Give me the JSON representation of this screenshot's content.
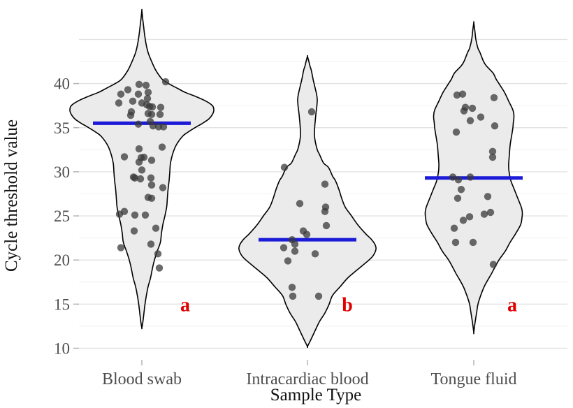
{
  "chart_data": {
    "type": "violin",
    "title": "",
    "xlabel": "Sample Type",
    "ylabel": "Cycle threshold value",
    "ylim": [
      10,
      45
    ],
    "yticks": [
      10,
      15,
      20,
      25,
      30,
      35,
      40
    ],
    "grid": "horizontal major every 5, minor every 2.5, light gray, no panel border",
    "legend": "none",
    "categories": [
      "Blood swab",
      "Intracardiac blood",
      "Tongue fluid"
    ],
    "colors": {
      "violin_fill": "#ebebeb",
      "violin_stroke": "#000000",
      "mean_line": "#1b1bd8",
      "point": "#3a3a3a",
      "point_opacity": 0.75,
      "letter": "#e00000",
      "tick_label": "#4d4d4d",
      "axis_title": "#111111",
      "grid_major": "#e3e3e3",
      "grid_minor": "#f0f0f0",
      "tick_mark": "#b4b4b4"
    },
    "groups": [
      {
        "label": "Blood swab",
        "letter": "a",
        "mean": 35.5,
        "points": [
          [
            34,
            40.2
          ],
          [
            -4,
            39.9
          ],
          [
            6,
            39.8
          ],
          [
            -20,
            39.3
          ],
          [
            9,
            39.0
          ],
          [
            -30,
            38.8
          ],
          [
            -5,
            38.8
          ],
          [
            8,
            38.3
          ],
          [
            -13,
            38.0
          ],
          [
            -33,
            37.8
          ],
          [
            0,
            37.8
          ],
          [
            7,
            37.6
          ],
          [
            11,
            37.4
          ],
          [
            15,
            37.35
          ],
          [
            27,
            37.3
          ],
          [
            -15,
            36.8
          ],
          [
            9,
            36.6
          ],
          [
            14,
            36.5
          ],
          [
            26,
            36.5
          ],
          [
            -16,
            36.4
          ],
          [
            12,
            35.7
          ],
          [
            -5,
            35.4
          ],
          [
            16,
            35.2
          ],
          [
            24,
            35.1
          ],
          [
            31,
            35.1
          ],
          [
            29,
            32.8
          ],
          [
            -4,
            32.6
          ],
          [
            -25,
            31.7
          ],
          [
            3,
            31.65
          ],
          [
            -1,
            31.6
          ],
          [
            14,
            31.3
          ],
          [
            -4,
            31.1
          ],
          [
            0,
            30.2
          ],
          [
            -12,
            29.4
          ],
          [
            -10,
            29.3
          ],
          [
            13,
            29.3
          ],
          [
            -2,
            29.2
          ],
          [
            14,
            28.5
          ],
          [
            30,
            28.2
          ],
          [
            9,
            27.1
          ],
          [
            14,
            27.0
          ],
          [
            -25,
            25.5
          ],
          [
            -32,
            25.2
          ],
          [
            -10,
            25.1
          ],
          [
            5,
            25.1
          ],
          [
            20,
            23.6
          ],
          [
            -11,
            23.3
          ],
          [
            13,
            21.8
          ],
          [
            -30,
            21.4
          ],
          [
            23,
            20.7
          ],
          [
            25,
            19.1
          ]
        ],
        "outline": [
          [
            48.3,
            0
          ],
          [
            47.5,
            1
          ],
          [
            46.5,
            2.5
          ],
          [
            45.5,
            4
          ],
          [
            44.5,
            6
          ],
          [
            43.5,
            9
          ],
          [
            42.5,
            14
          ],
          [
            41.5,
            20
          ],
          [
            40.5,
            29
          ],
          [
            40,
            38
          ],
          [
            39.5,
            50
          ],
          [
            39,
            62
          ],
          [
            38.5,
            78
          ],
          [
            38,
            92
          ],
          [
            37.5,
            101
          ],
          [
            37,
            103
          ],
          [
            36.5,
            101
          ],
          [
            36,
            96
          ],
          [
            35.5,
            87
          ],
          [
            35,
            76
          ],
          [
            34.5,
            66
          ],
          [
            34,
            58
          ],
          [
            33,
            49
          ],
          [
            32,
            44
          ],
          [
            31,
            41
          ],
          [
            30,
            40
          ],
          [
            29,
            39
          ],
          [
            28,
            37.5
          ],
          [
            27,
            36.5
          ],
          [
            26,
            35.5
          ],
          [
            25,
            33
          ],
          [
            24,
            30
          ],
          [
            23,
            28
          ],
          [
            22,
            26.5
          ],
          [
            21,
            22
          ],
          [
            20,
            18
          ],
          [
            19,
            15
          ],
          [
            18,
            12.5
          ],
          [
            17,
            9
          ],
          [
            16,
            6.5
          ],
          [
            15,
            4.5
          ],
          [
            14,
            3
          ],
          [
            13,
            1.5
          ],
          [
            12.3,
            0
          ]
        ]
      },
      {
        "label": "Intracardiac blood",
        "letter": "b",
        "mean": 22.3,
        "points": [
          [
            6,
            36.8
          ],
          [
            -33,
            30.5
          ],
          [
            25,
            28.6
          ],
          [
            -11,
            26.4
          ],
          [
            26,
            26.0
          ],
          [
            25,
            25.5
          ],
          [
            27,
            23.9
          ],
          [
            -6,
            23.3
          ],
          [
            -1,
            22.9
          ],
          [
            -22,
            22.3
          ],
          [
            -18,
            21.8
          ],
          [
            -34,
            21.4
          ],
          [
            -18,
            21.0
          ],
          [
            11,
            20.7
          ],
          [
            -28,
            19.9
          ],
          [
            -22,
            16.9
          ],
          [
            -21,
            15.9
          ],
          [
            16,
            15.9
          ]
        ],
        "outline": [
          [
            43.1,
            0
          ],
          [
            42.5,
            2
          ],
          [
            42,
            3.5
          ],
          [
            41.5,
            5.5
          ],
          [
            40.5,
            8
          ],
          [
            39.5,
            11
          ],
          [
            38.8,
            13
          ],
          [
            38.2,
            14
          ],
          [
            37.5,
            13.5
          ],
          [
            36.5,
            12
          ],
          [
            35.5,
            10.8
          ],
          [
            34.8,
            10.2
          ],
          [
            34.2,
            10
          ],
          [
            33.5,
            11
          ],
          [
            32.5,
            14
          ],
          [
            32,
            17
          ],
          [
            31,
            23
          ],
          [
            30.5,
            30
          ],
          [
            29.5,
            36
          ],
          [
            29,
            40
          ],
          [
            28,
            45
          ],
          [
            27,
            49
          ],
          [
            26,
            54
          ],
          [
            25,
            63
          ],
          [
            24,
            72
          ],
          [
            23,
            83
          ],
          [
            22.3,
            92
          ],
          [
            21.7,
            97
          ],
          [
            21.2,
            98
          ],
          [
            20.5,
            94
          ],
          [
            20,
            88
          ],
          [
            19,
            73
          ],
          [
            18,
            58
          ],
          [
            17,
            47
          ],
          [
            16,
            36
          ],
          [
            15,
            31
          ],
          [
            14,
            25
          ],
          [
            13,
            17
          ],
          [
            12,
            11
          ],
          [
            11,
            5
          ],
          [
            10.2,
            0
          ]
        ]
      },
      {
        "label": "Tongue fluid",
        "letter": "a",
        "mean": 29.3,
        "points": [
          [
            -24,
            38.7
          ],
          [
            -16,
            38.8
          ],
          [
            29,
            38.4
          ],
          [
            -12,
            37.3
          ],
          [
            -2,
            37.2
          ],
          [
            -14,
            36.9
          ],
          [
            10,
            36.2
          ],
          [
            -5,
            35.8
          ],
          [
            30,
            35.2
          ],
          [
            -25,
            34.5
          ],
          [
            27,
            32.3
          ],
          [
            27,
            31.65
          ],
          [
            -30,
            29.4
          ],
          [
            -5,
            29.4
          ],
          [
            -22,
            29.1
          ],
          [
            -18,
            28.0
          ],
          [
            -23,
            27.0
          ],
          [
            20,
            27.2
          ],
          [
            -6,
            24.9
          ],
          [
            15,
            25.2
          ],
          [
            24,
            25.4
          ],
          [
            -15,
            24.5
          ],
          [
            -28,
            23.6
          ],
          [
            -26,
            22.0
          ],
          [
            -1,
            22.0
          ],
          [
            28,
            19.5
          ]
        ],
        "outline": [
          [
            46.9,
            0
          ],
          [
            46,
            1.5
          ],
          [
            45,
            3
          ],
          [
            44,
            6
          ],
          [
            43.5,
            9
          ],
          [
            42.5,
            14
          ],
          [
            42,
            18
          ],
          [
            41.2,
            27.5
          ],
          [
            40.5,
            32
          ],
          [
            40,
            36
          ],
          [
            39,
            44
          ],
          [
            38,
            50
          ],
          [
            37,
            56
          ],
          [
            36.3,
            57.5
          ],
          [
            35.5,
            56.5
          ],
          [
            35,
            56
          ],
          [
            34,
            54
          ],
          [
            33,
            52
          ],
          [
            32,
            51
          ],
          [
            31,
            50
          ],
          [
            30.5,
            50
          ],
          [
            30,
            50.5
          ],
          [
            29,
            53
          ],
          [
            28,
            58
          ],
          [
            27,
            63
          ],
          [
            26,
            68
          ],
          [
            25.4,
            69.5
          ],
          [
            24.8,
            69
          ],
          [
            24,
            67
          ],
          [
            23,
            60
          ],
          [
            22,
            52
          ],
          [
            21,
            45
          ],
          [
            20,
            36
          ],
          [
            19,
            29
          ],
          [
            18.4,
            25
          ],
          [
            18,
            22
          ],
          [
            17,
            15
          ],
          [
            16,
            10
          ],
          [
            15,
            6
          ],
          [
            14,
            4
          ],
          [
            13,
            2
          ],
          [
            11.8,
            0
          ]
        ]
      }
    ],
    "annotations": {
      "letters_note": "red significance letters beside each violin at ct value ~14.9",
      "letter_value": 14.9,
      "letter_dx": [
        62,
        57,
        55
      ]
    }
  }
}
